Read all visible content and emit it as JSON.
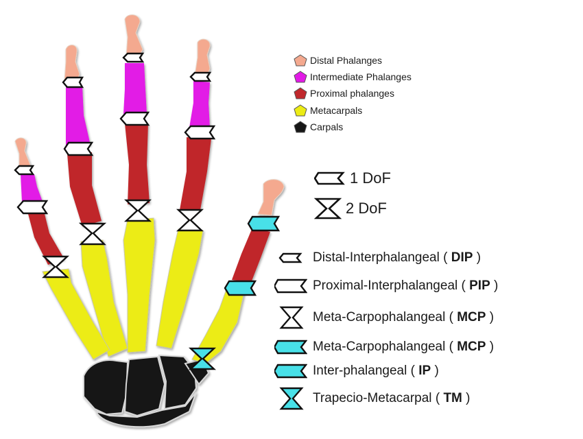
{
  "colors": {
    "distal": "#f4a98f",
    "intermediate": "#e21ae6",
    "proximal": "#c0282c",
    "metacarpal": "#ecec14",
    "carpal": "#161616",
    "marker_white": "#ffffff",
    "marker_cyan": "#48e0e8"
  },
  "bone_legend": [
    {
      "label": "Distal Phalanges",
      "color": "#f4a98f"
    },
    {
      "label": "Intermediate Phalanges",
      "color": "#e21ae6"
    },
    {
      "label": "Proximal phalanges",
      "color": "#c0282c"
    },
    {
      "label": "Metacarpals",
      "color": "#ecec14"
    },
    {
      "label": "Carpals",
      "color": "#161616"
    }
  ],
  "dof_legend": [
    {
      "label": "1 DoF",
      "icon": "one-dof-chevron-icon"
    },
    {
      "label": "2 DoF",
      "icon": "two-dof-hourglass-icon"
    }
  ],
  "joint_legend": [
    {
      "name": "Distal-Interphalangeal",
      "abbr": "DIP",
      "icon": "small-white-chevron-icon"
    },
    {
      "name": "Proximal-Interphalangeal",
      "abbr": "PIP",
      "icon": "white-chevron-icon"
    },
    {
      "name": "Meta-Carpophalangeal",
      "abbr": "MCP",
      "icon": "white-hourglass-icon"
    },
    {
      "name": "Meta-Carpophalangeal",
      "abbr": "MCP",
      "icon": "cyan-chevron-icon"
    },
    {
      "name": "Inter-phalangeal",
      "abbr": "IP",
      "icon": "cyan-chevron-icon"
    },
    {
      "name": "Trapecio-Metacarpal",
      "abbr": "TM",
      "icon": "cyan-hourglass-icon"
    }
  ]
}
